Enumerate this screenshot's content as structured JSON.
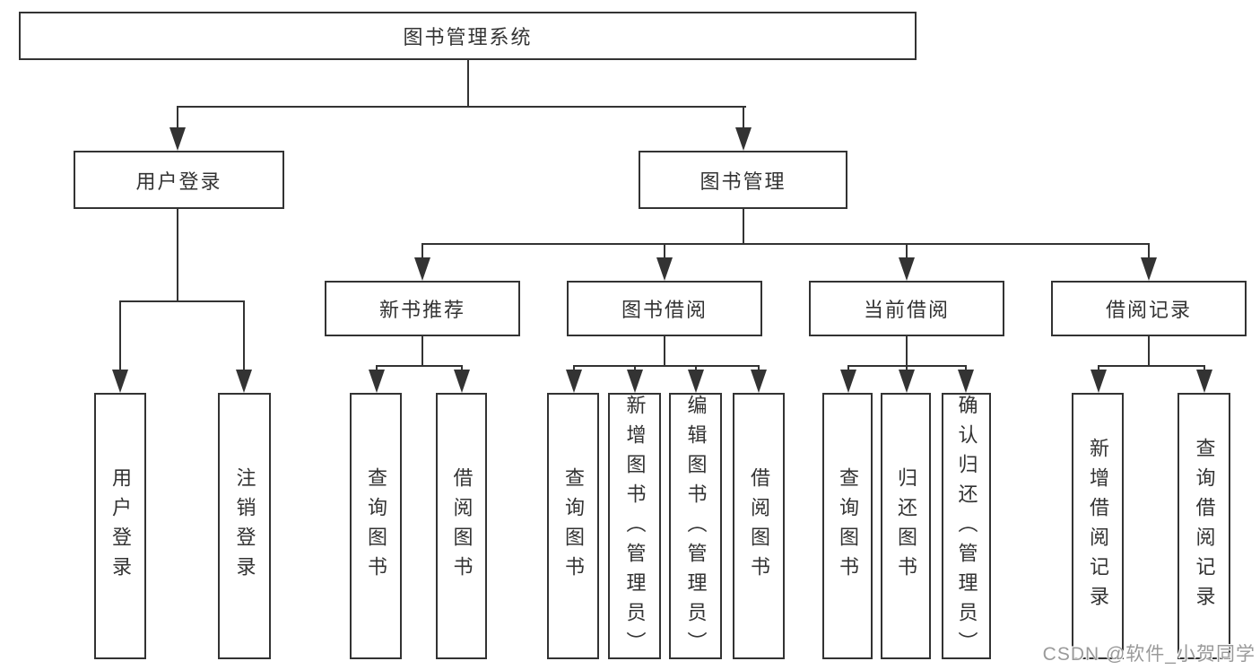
{
  "diagram": {
    "tree": {
      "root": "图书管理系统",
      "branches": [
        {
          "label": "用户登录",
          "children": [
            "用户登录",
            "注销登录"
          ]
        },
        {
          "label": "图书管理",
          "groups": [
            {
              "label": "新书推荐",
              "children": [
                "查询图书",
                "借阅图书"
              ]
            },
            {
              "label": "图书借阅",
              "children": [
                "查询图书",
                "新增图书（管理员）",
                "编辑图书（管理员）",
                "借阅图书"
              ]
            },
            {
              "label": "当前借阅",
              "children": [
                "查询图书",
                "归还图书",
                "确认归还（管理员）"
              ]
            },
            {
              "label": "借阅记录",
              "children": [
                "新增借阅记录",
                "查询借阅记录"
              ]
            }
          ]
        }
      ]
    }
  },
  "watermark": {
    "text": "CSDN @软件_小贺同学",
    "color": "#9a9a9a"
  },
  "colors": {
    "line": "#333333",
    "box_border": "#333333",
    "text": "#333333",
    "background": "#ffffff"
  }
}
